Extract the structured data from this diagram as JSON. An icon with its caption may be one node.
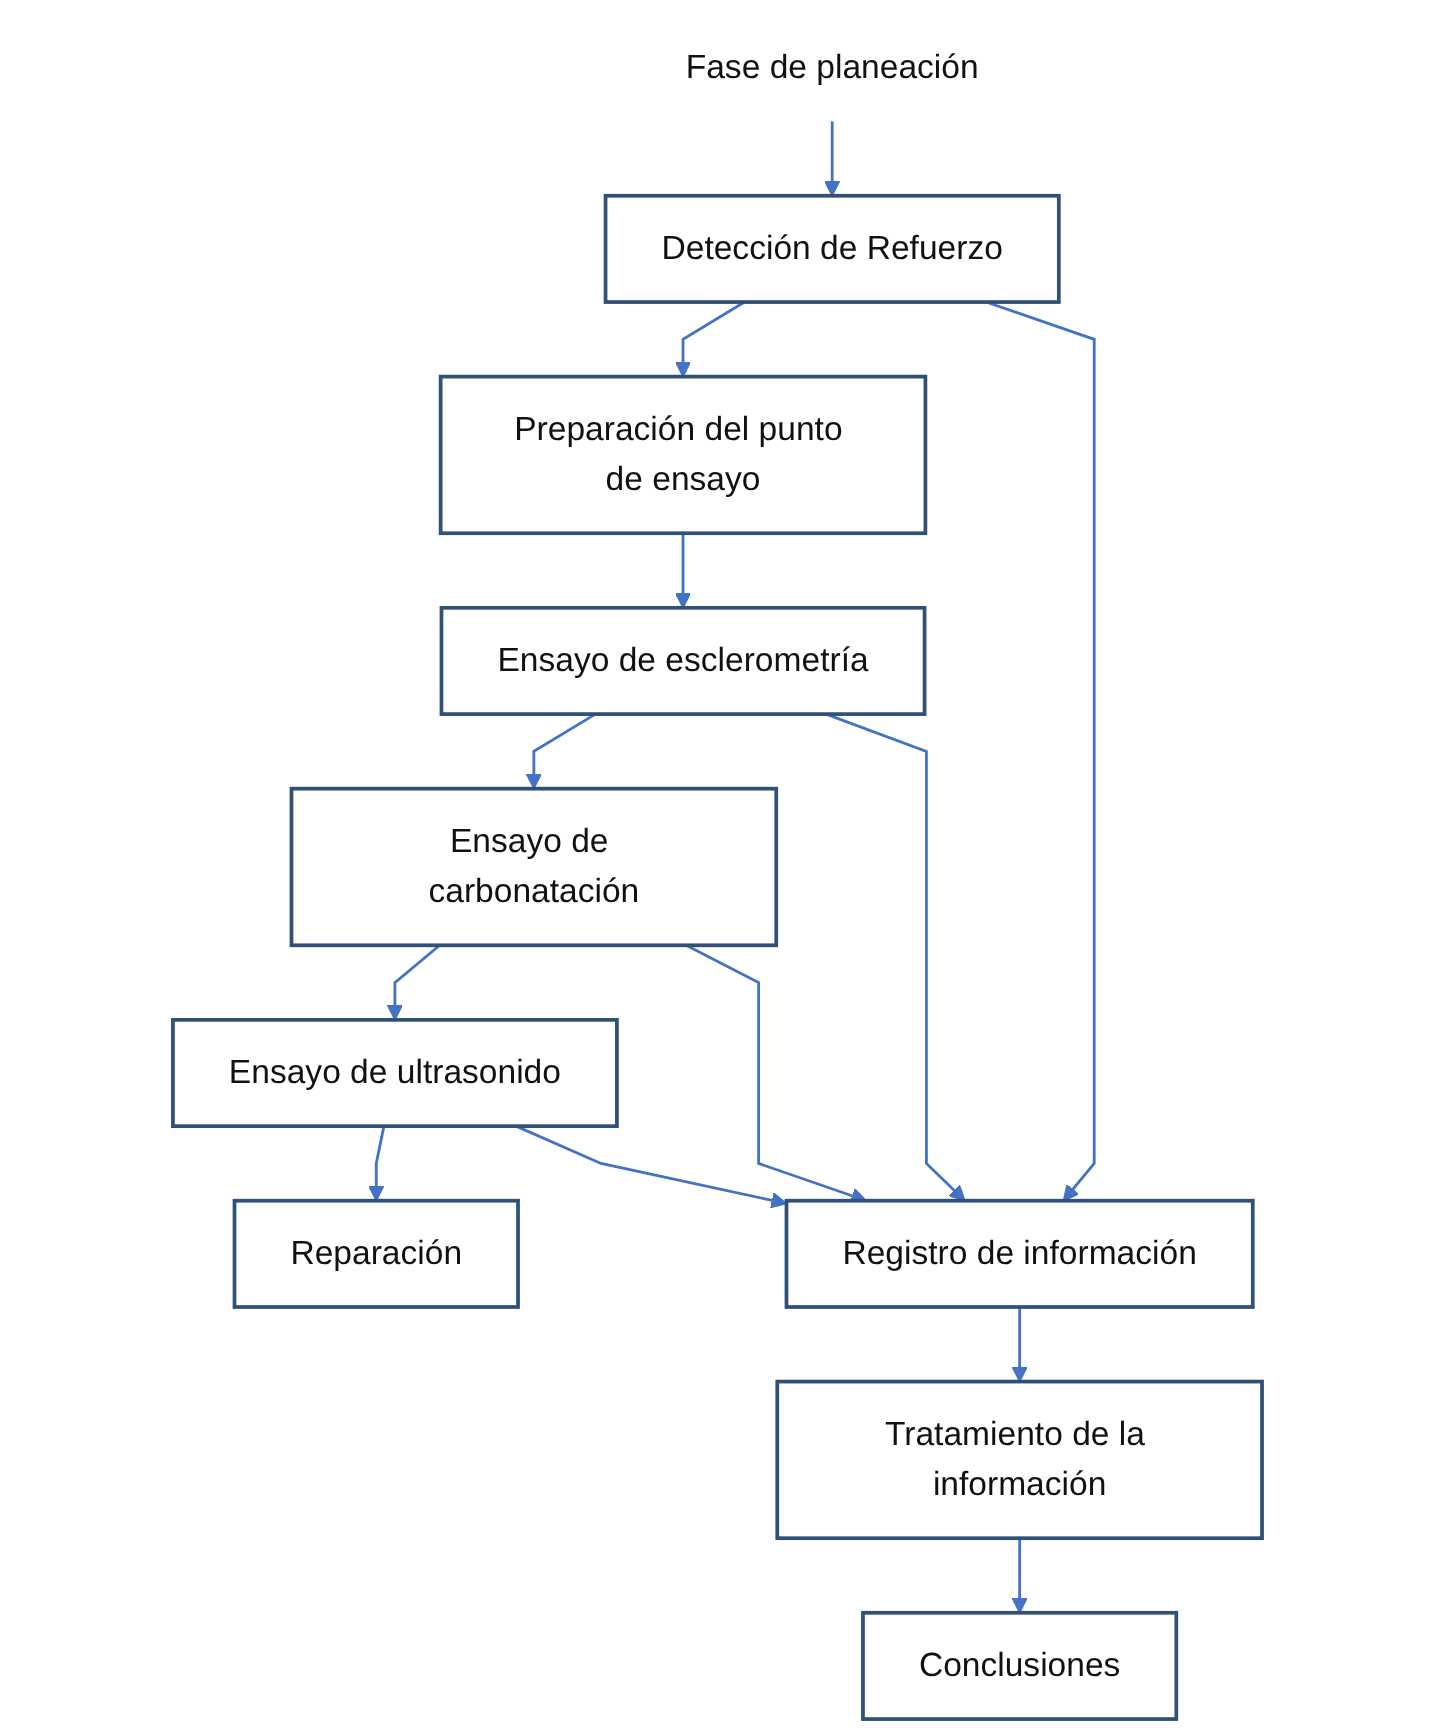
{
  "diagram": {
    "nodes": [
      {
        "text": [
          "Fase de planeación"
        ]
      },
      {
        "text": [
          "Detección de  Refuerzo"
        ]
      },
      {
        "text": [
          "Preparación del punto de ensayo"
        ]
      },
      {
        "text": [
          "Ensayo de esclerometría"
        ]
      },
      {
        "text": [
          "Ensayo de carbonatación"
        ]
      },
      {
        "text": [
          "Ensayo de ultrasonido"
        ]
      },
      {
        "text": [
          "Reparación"
        ]
      },
      {
        "text": [
          "Registro de información"
        ]
      },
      {
        "text": [
          "Tratamiento de la información"
        ]
      },
      {
        "text": [
          "Conclusiones"
        ]
      }
    ],
    "edges": [
      {
        "from": 0,
        "to": 1,
        "arrow": "to"
      },
      {
        "from": 1,
        "to": 2,
        "arrow": "to"
      },
      {
        "from": 2,
        "to": 3,
        "arrow": "to"
      },
      {
        "from": 3,
        "to": 4,
        "arrow": "to"
      },
      {
        "from": 4,
        "to": 5,
        "arrow": "to"
      },
      {
        "from": 5,
        "to": 6,
        "arrow": "to"
      },
      {
        "from": 1,
        "to": 7,
        "arrow": "to"
      },
      {
        "from": 3,
        "to": 7,
        "arrow": "to"
      },
      {
        "from": 4,
        "to": 7,
        "arrow": "to"
      },
      {
        "from": 5,
        "to": 7,
        "arrow": "to"
      },
      {
        "from": 7,
        "to": 8,
        "arrow": "to"
      },
      {
        "from": 8,
        "to": 9,
        "arrow": "to"
      }
    ]
  }
}
